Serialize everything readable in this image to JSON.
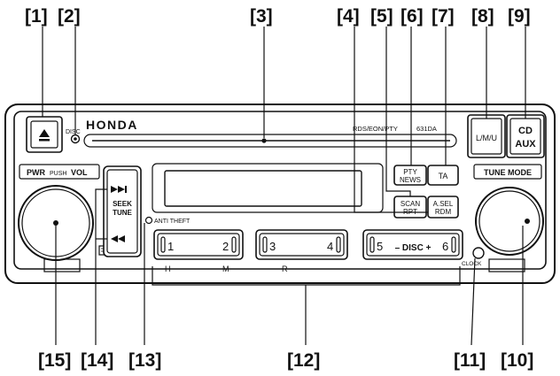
{
  "callouts": {
    "c1": "[1]",
    "c2": "[2]",
    "c3": "[3]",
    "c4": "[4]",
    "c5": "[5]",
    "c6": "[6]",
    "c7": "[7]",
    "c8": "[8]",
    "c9": "[9]",
    "c10": "[10]",
    "c11": "[11]",
    "c12": "[12]",
    "c13": "[13]",
    "c14": "[14]",
    "c15": "[15]"
  },
  "unit": {
    "brand": "HONDA",
    "model_line": "RDS/EON/PTY",
    "model_number": "631DA"
  },
  "labels": {
    "disc": "DISC",
    "pwr": "PWR",
    "push": "PUSH",
    "vol": "VOL",
    "tune_mode": "TUNE MODE",
    "seek": "SEEK",
    "tune": "TUNE",
    "anti_theft": "ANTI THEFT",
    "pty_top": "PTY",
    "pty_bottom": "NEWS",
    "ta": "TA",
    "scan_top": "SCAN",
    "scan_bottom": "RPT",
    "asel_top": "A.SEL",
    "asel_bottom": "RDM",
    "lmu": "L/M/U",
    "cd": "CD",
    "aux": "AUX",
    "preset_1": "1",
    "preset_2": "2",
    "preset_3": "3",
    "preset_4": "4",
    "preset_5": "5",
    "preset_6": "6",
    "disc_selector": "– DISC +",
    "clock": "CLOCK",
    "scale_h": "H",
    "scale_m": "M",
    "scale_r": "R"
  }
}
